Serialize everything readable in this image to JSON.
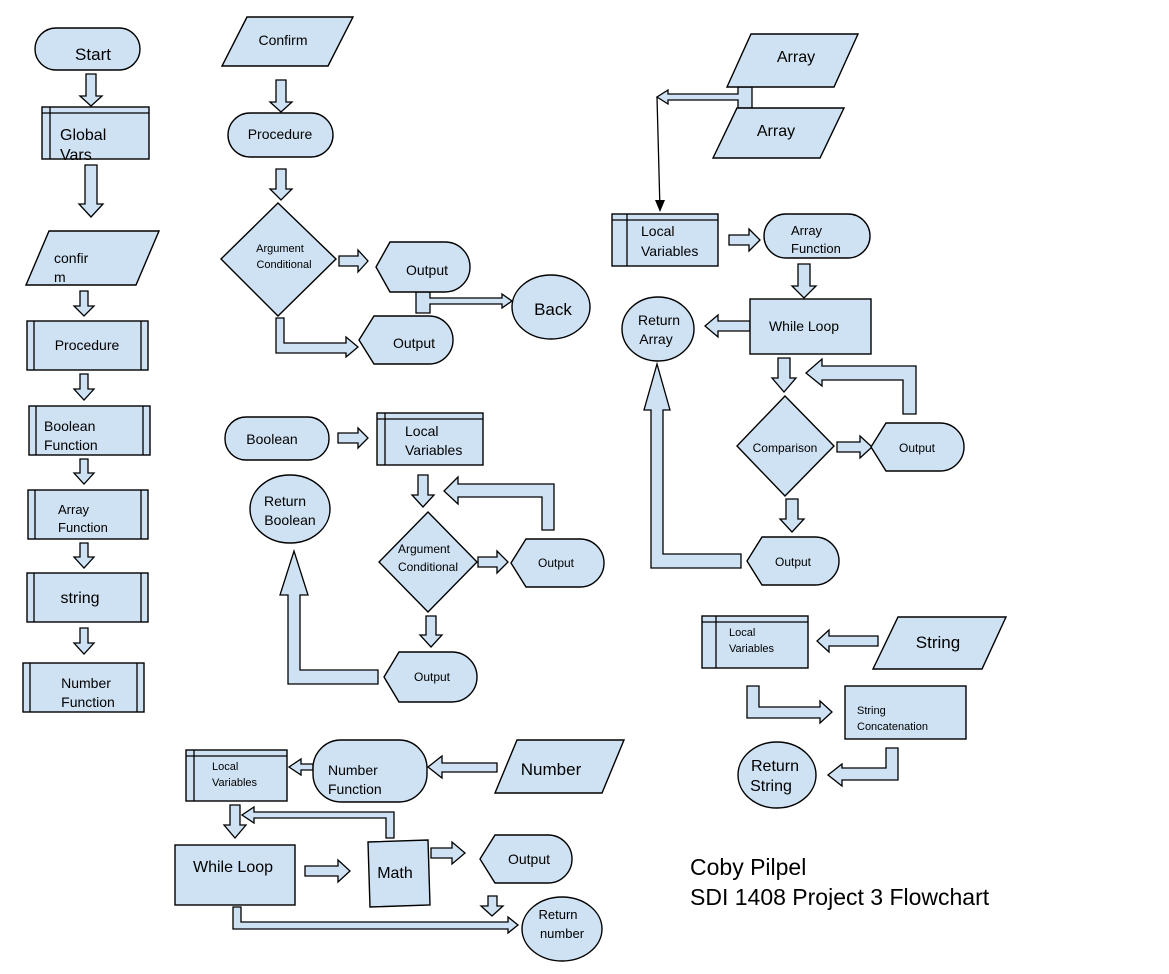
{
  "nodes": {
    "start": "Start",
    "global_vars": [
      "Global",
      "Vars"
    ],
    "confirm_input": [
      "confir",
      "m"
    ],
    "procedure_main": "Procedure",
    "boolean_function": [
      "Boolean",
      "Function"
    ],
    "array_function_main": [
      "Array",
      "Function"
    ],
    "string_main": "string",
    "number_function_main": [
      "Number",
      "Function"
    ],
    "confirm_header": "Confirm",
    "procedure_block": "Procedure",
    "argument_conditional_1": [
      "Argument",
      "Conditional"
    ],
    "output_1a": "Output",
    "output_1b": "Output",
    "back": "Back",
    "boolean_header": "Boolean",
    "local_vars_bool": [
      "Local",
      "Variables"
    ],
    "argument_conditional_2": [
      "Argument",
      "Conditional"
    ],
    "output_2a": "Output",
    "output_2b": "Output",
    "return_boolean": [
      "Return",
      "Boolean"
    ],
    "array_header_1": "Array",
    "array_header_2": "Array",
    "local_vars_array": [
      "Local",
      "Variables"
    ],
    "array_function_block": [
      "Array",
      "Function"
    ],
    "while_loop_array": "While Loop",
    "return_array": [
      "Return",
      "Array"
    ],
    "comparison": "Comparison",
    "output_3a": "Output",
    "output_3b": "Output",
    "string_header": "String",
    "local_vars_string": [
      "Local",
      "Variables"
    ],
    "string_concatenation": [
      "String",
      "Concatenation"
    ],
    "return_string": [
      "Return",
      "String"
    ],
    "number_header": "Number",
    "number_function_block": [
      "Number",
      "Function"
    ],
    "local_vars_number": [
      "Local",
      "Variables"
    ],
    "while_loop_number": "While Loop",
    "math": "Math",
    "output_4": "Output",
    "return_number": [
      "Return",
      "number"
    ]
  },
  "credits": {
    "author": "Coby Pilpel",
    "title": "SDI 1408 Project 3 Flowchart"
  },
  "colors": {
    "fill": "#cfe2f3",
    "stroke": "#000000"
  }
}
